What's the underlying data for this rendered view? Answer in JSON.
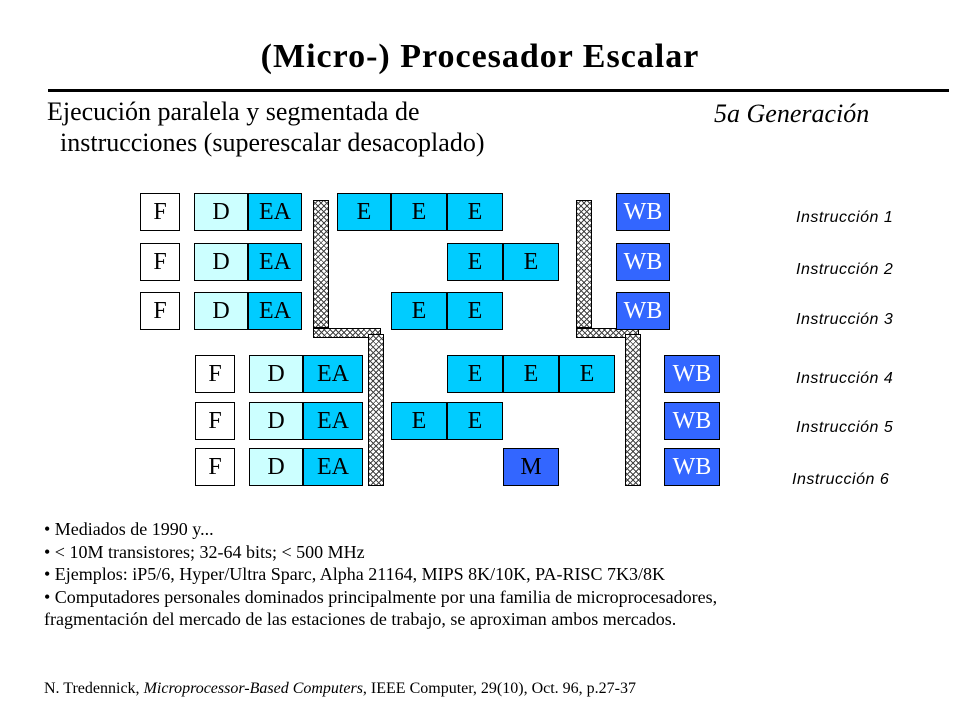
{
  "title": "(Micro-) Procesador Escalar",
  "subtitle": {
    "line1": "Ejecución paralela y segmentada de",
    "line2": "instrucciones (superescalar desacoplado)"
  },
  "generation": "5a Generación",
  "stages": {
    "f": "F",
    "d": "D",
    "ea": "EA",
    "e": "E",
    "m": "M",
    "wb": "WB"
  },
  "colors": {
    "d": "#ccffff",
    "ea": "#00ccff",
    "e": "#00ccff",
    "wb": "#3366ff",
    "m": "#3366ff"
  },
  "instructions": [
    {
      "label": "Instrucción 1",
      "exec": [
        "E",
        "E",
        "E"
      ]
    },
    {
      "label": "Instrucción 2",
      "exec": [
        "E",
        "E"
      ]
    },
    {
      "label": "Instrucción 3",
      "exec": [
        "E",
        "E"
      ]
    },
    {
      "label": "Instrucción 4",
      "exec": [
        "E",
        "E",
        "E"
      ]
    },
    {
      "label": "Instrucción 5",
      "exec": [
        "E",
        "E"
      ]
    },
    {
      "label": "Instrucción 6",
      "exec": [
        "M"
      ]
    }
  ],
  "bullets": [
    "• Mediados de 1990 y...",
    "•  < 10M transistores; 32-64 bits; < 500 MHz",
    "• Ejemplos: iP5/6, Hyper/Ultra Sparc, Alpha 21164, MIPS 8K/10K, PA-RISC 7K3/8K",
    "• Computadores personales dominados principalmente por una familia de microprocesadores,",
    "fragmentación del mercado de las estaciones de trabajo, se aproximan ambos mercados."
  ],
  "reference": {
    "author": "N. Tredennick, ",
    "work": "Microprocessor-Based Computers",
    "details": ", IEEE Computer, 29(10), Oct. 96, p.27-37"
  }
}
